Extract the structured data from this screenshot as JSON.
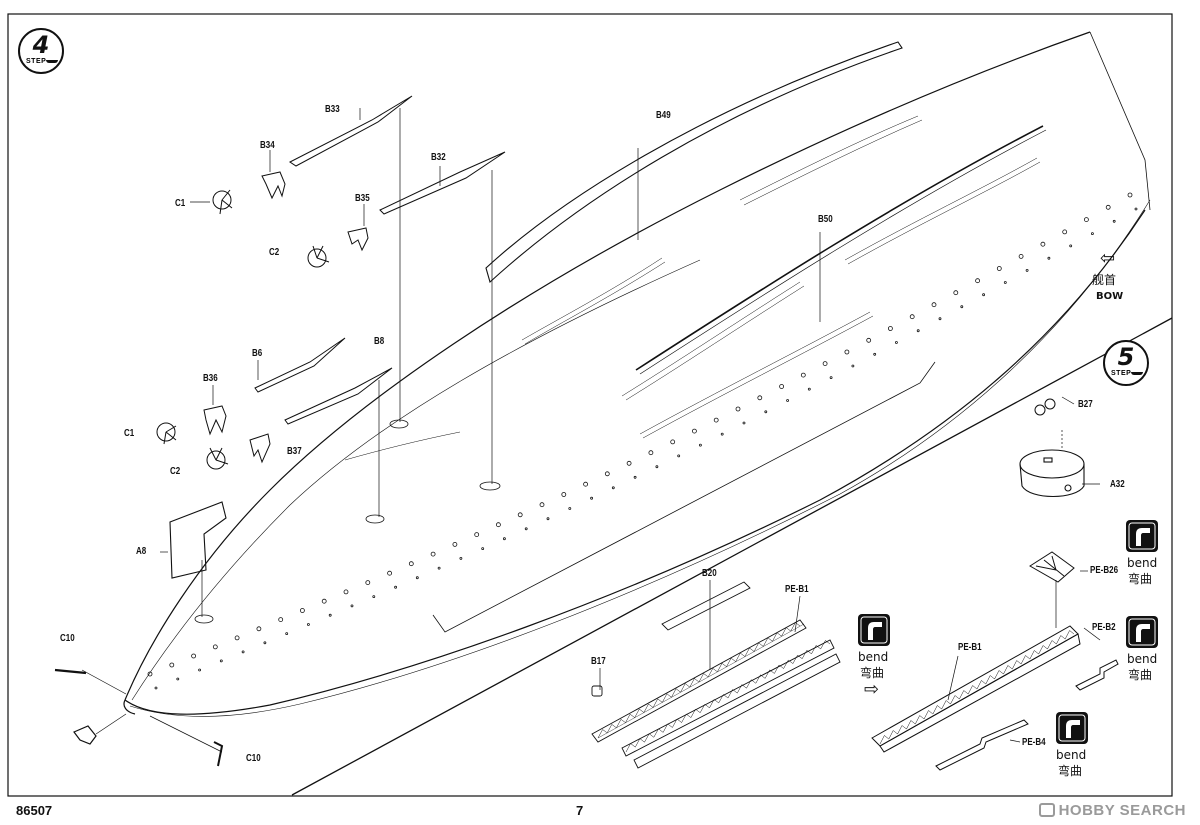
{
  "document": {
    "product_code": "86507",
    "page_number": "7",
    "watermark": "HOBBY SEARCH"
  },
  "steps": {
    "current": {
      "number": "4",
      "word": "STEP"
    },
    "next": {
      "number": "5",
      "word": "STEP"
    }
  },
  "direction": {
    "arrow": "⇦",
    "label_cn": "舰首",
    "label_en": "BOW"
  },
  "bend": {
    "word_en": "bend",
    "word_cn": "弯曲",
    "icon": "bend-icon",
    "arrow": "⇨"
  },
  "parts": {
    "B33": "B33",
    "B34": "B34",
    "B32": "B32",
    "B35": "B35",
    "B49": "B49",
    "B50": "B50",
    "C1_top": "C1",
    "C2_top": "C2",
    "B6": "B6",
    "B8": "B8",
    "B36": "B36",
    "B37": "B37",
    "C1_mid": "C1",
    "C2_mid": "C2",
    "A8": "A8",
    "C10_top": "C10",
    "C10_bottom": "C10",
    "B20": "B20",
    "B17": "B17",
    "PE_B1_left": "PE-B1",
    "PE_B1_right": "PE-B1",
    "B27": "B27",
    "A32": "A32",
    "PE_B26": "PE-B26",
    "PE_B2": "PE-B2",
    "PE_B4": "PE-B4"
  },
  "icons": [
    "step-badge-icon",
    "bow-arrow-icon",
    "bend-icon",
    "right-arrow-icon",
    "propeller-icon",
    "strut-icon",
    "shaft-icon"
  ]
}
